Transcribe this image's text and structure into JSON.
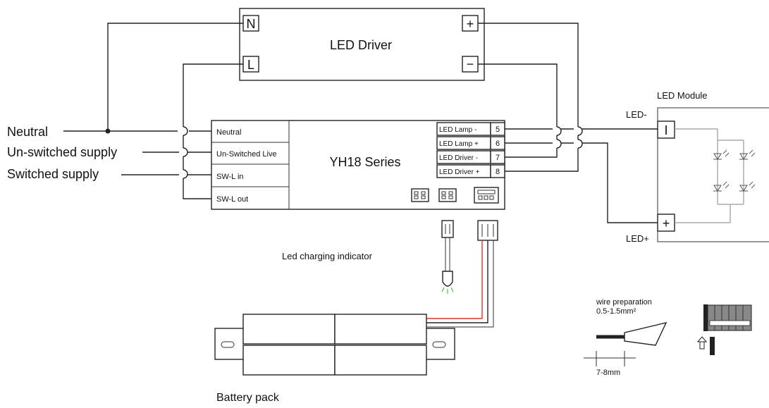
{
  "driver": {
    "title": "LED Driver",
    "n_label": "N",
    "l_label": "L",
    "plus_label": "+",
    "minus_label": "−"
  },
  "supply": {
    "neutral": "Neutral",
    "unswitched": "Un-switched supply",
    "switched": "Switched supply"
  },
  "module": {
    "series_title": "YH18 Series",
    "left_terminals": [
      "Neutral",
      "Un-Switched Live",
      "SW-L in",
      "SW-L out"
    ],
    "right_terminals": [
      "LED Lamp -",
      "LED Lamp +",
      "LED Driver -",
      "LED Driver +"
    ],
    "right_numbers": [
      "5",
      "6",
      "7",
      "8"
    ]
  },
  "led_module": {
    "title": "LED Module",
    "neg_label": "LED-",
    "pos_label": "LED+",
    "neg_symbol": "I",
    "pos_symbol": "+"
  },
  "indicator_label": "Led charging indicator",
  "battery_label": "Battery pack",
  "wire_prep": {
    "line1": "wire preparation",
    "line2": "0.5-1.5mm²",
    "strip": "7-8mm"
  },
  "colors": {
    "red_wire": "#d9342b",
    "black_wire": "#222222",
    "led_glow": "#3aa83a"
  }
}
